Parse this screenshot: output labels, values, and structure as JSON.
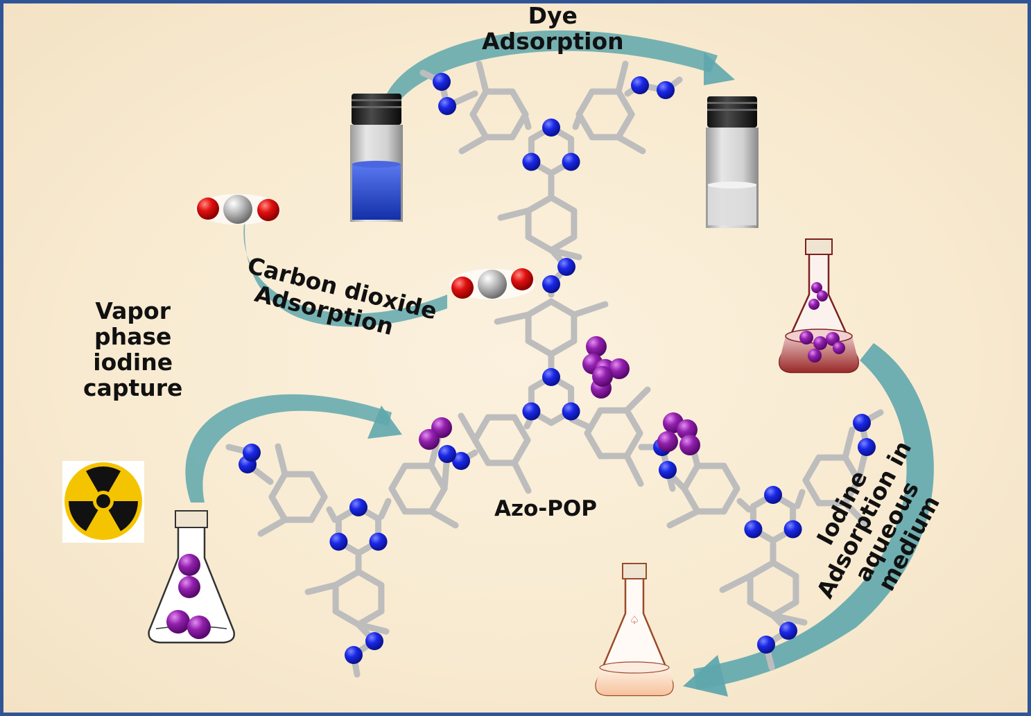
{
  "labels": {
    "dye": [
      "Dye",
      "Adsorption"
    ],
    "co2": [
      "Carbon dioxide",
      "Adsorption"
    ],
    "vapor": [
      "Vapor",
      "phase",
      "iodine",
      "capture"
    ],
    "center": "Azo-POP",
    "aqueous": [
      "Iodine",
      "Adsorption in",
      "aqueous",
      "medium"
    ]
  },
  "colors": {
    "frame": "#2f5597",
    "background": "#f8ead0",
    "arrow": "#5fa7ad",
    "bond": "#bdbdbd",
    "nitrogen": "#0d1bd6",
    "iodine": "#8a1aa3",
    "oxygen": "#e01010",
    "carbon": "#b5b5b5",
    "dye_solution": "#2440c8",
    "radiation_yellow": "#f5c400"
  },
  "icons": [
    "radiation-hazard-icon",
    "erlenmeyer-flask-icon",
    "vial-icon",
    "co2-molecule-icon",
    "iodine-molecule-icon"
  ]
}
